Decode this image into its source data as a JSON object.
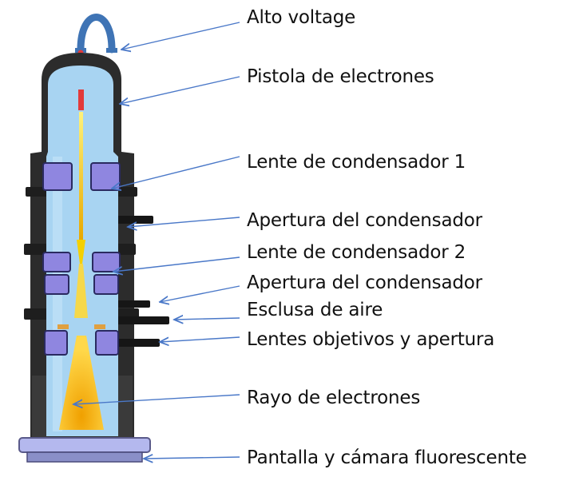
{
  "labels": [
    {
      "id": "high-voltage",
      "text": "Alto voltage"
    },
    {
      "id": "electron-gun",
      "text": "Pistola de electrones"
    },
    {
      "id": "condenser-lens-1",
      "text": "Lente de condensador 1"
    },
    {
      "id": "condenser-aperture-1",
      "text": "Apertura del condensador"
    },
    {
      "id": "condenser-lens-2",
      "text": "Lente de condensador 2"
    },
    {
      "id": "condenser-aperture-2",
      "text": "Apertura del condensador"
    },
    {
      "id": "air-lock",
      "text": "Esclusa de aire"
    },
    {
      "id": "objective-lens-aperture",
      "text": "Lentes objetivos y apertura"
    },
    {
      "id": "electron-beam",
      "text": "Rayo de electrones"
    },
    {
      "id": "fluorescent-screen-camera",
      "text": "Pantalla y cámara fluorescente"
    }
  ],
  "colors": {
    "arrow": "#4a78c8",
    "column_dark": "#2c2c2c",
    "vacuum_blue": "#a8d4f2",
    "lens_purple": "#8f86e0",
    "beam_yellow": "#f4d000",
    "cable_blue": "#3f74b5",
    "tip_red": "#e23a3a",
    "screen_lavender": "#b4b8ee"
  }
}
